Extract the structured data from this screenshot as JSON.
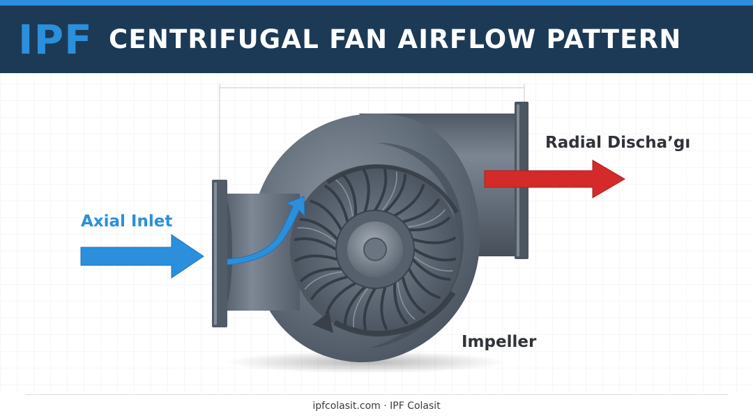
{
  "header": {
    "logo_text": "IPF",
    "title": "CENTRIFUGAL FAN AIRFLOW PATTERN"
  },
  "labels": {
    "axial_inlet": "Axial Inlet",
    "radial_discharge": "Radial Dischaʼgı",
    "impeller": "Impeller"
  },
  "footer": {
    "text": "ipfcolasit.com · IPF Colasit"
  },
  "colors": {
    "brand_blue": "#2b8fdc",
    "header_navy": "#1c3a55",
    "inlet_arrow": "#2b8fdc",
    "discharge_arrow": "#d42a2a",
    "housing_gray": "#5b6673"
  },
  "icons": {
    "inlet_arrow": "arrow-right-icon",
    "discharge_arrow": "arrow-right-icon",
    "rotation_arrow": "rotate-ccw-icon"
  }
}
